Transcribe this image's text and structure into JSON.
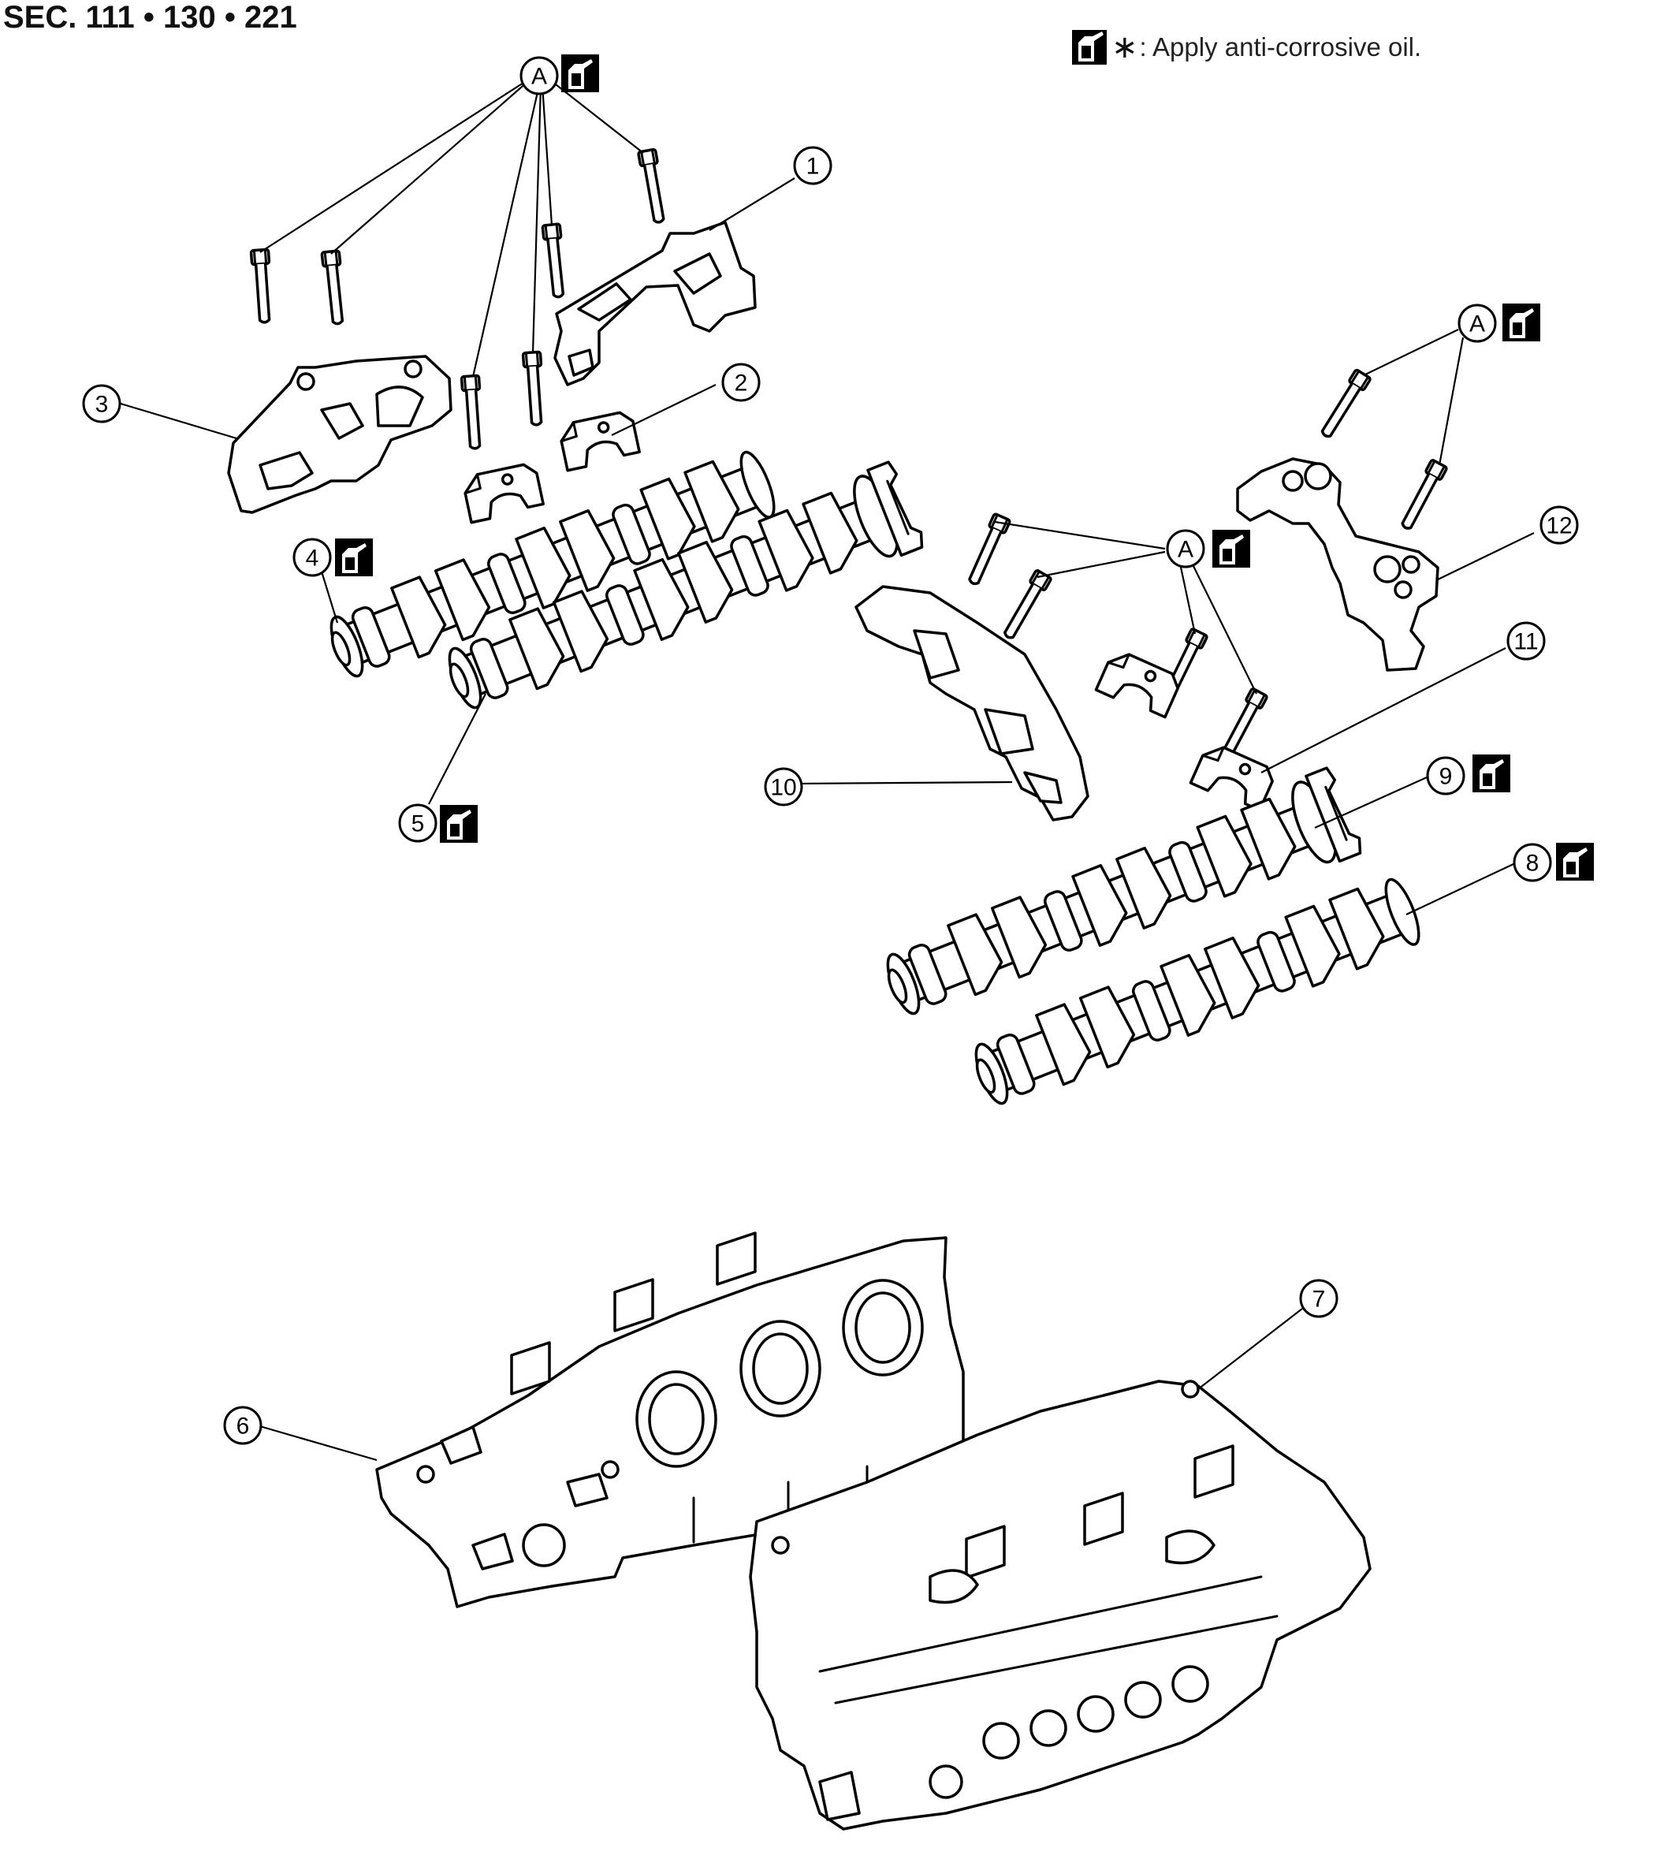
{
  "header": {
    "section": "SEC. 111 • 130 • 221"
  },
  "legend": {
    "text": ": Apply anti-corrosive oil.",
    "icon": "oil-can-icon"
  },
  "callouts": {
    "c1": "1",
    "c2": "2",
    "c3": "3",
    "c4": "4",
    "c5": "5",
    "c6": "6",
    "c7": "7",
    "c8": "8",
    "c9": "9",
    "c10": "10",
    "c11": "11",
    "c12": "12",
    "a1": "A",
    "a2": "A",
    "a3": "A"
  }
}
